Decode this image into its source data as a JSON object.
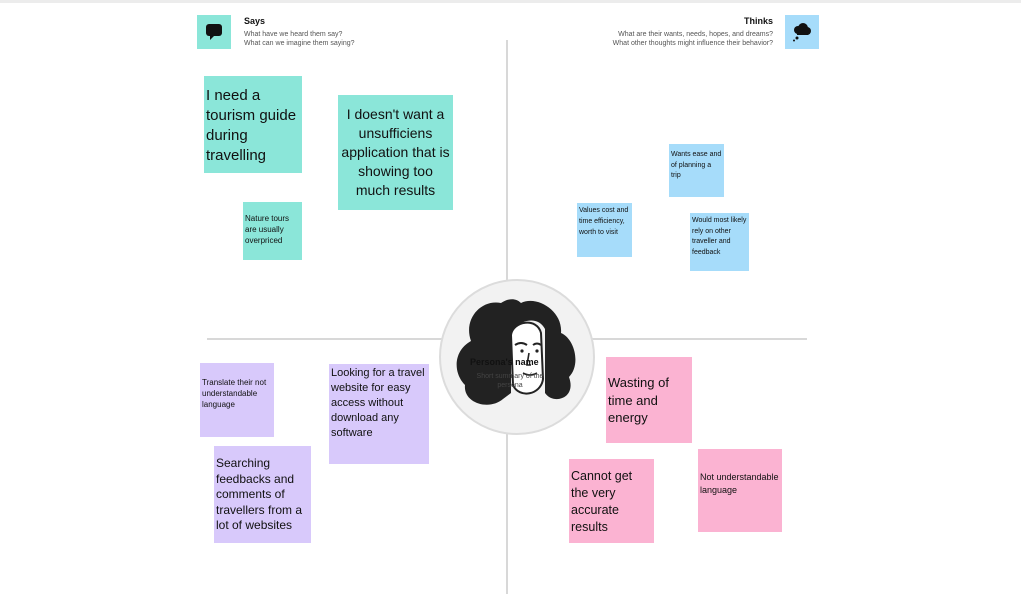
{
  "says": {
    "title": "Says",
    "subtitle_1": "What have we heard them say?",
    "subtitle_2": "What can we imagine them saying?",
    "icon": "speech-bubble-icon",
    "color": "#8be6d9"
  },
  "thinks": {
    "title": "Thinks",
    "subtitle_1": "What are their wants, needs, hopes, and dreams?",
    "subtitle_2": "What other thoughts might influence their behavior?",
    "icon": "thought-cloud-icon",
    "color": "#a6dcfa"
  },
  "persona": {
    "name": "Persona's name",
    "summary": "Short summary of the persona"
  },
  "notes": {
    "says_1": "I need a tourism guide during travelling",
    "says_2": "I doesn't want a unsufficiens application that is showing too much results",
    "says_3": "Nature tours are usually overpriced",
    "thinks_1": "Wants ease and of planning a trip",
    "thinks_2": "Values cost and time efficiency, worth to visit",
    "thinks_3": "Would most likely rely on other traveller  and feedback",
    "does_1": "Translate their not understandable language",
    "does_2": "Looking for a  travel website for easy access without download any software",
    "does_3": "Searching feedbacks and comments of travellers from a lot of websites",
    "feels_1": "Wasting of time and energy",
    "feels_2": "Cannot get the very accurate results",
    "feels_3": "Not understandable language"
  },
  "colors": {
    "says": "#8be6d9",
    "thinks": "#a6dcfa",
    "does": "#d8c9fb",
    "feels": "#fbb3d2"
  }
}
